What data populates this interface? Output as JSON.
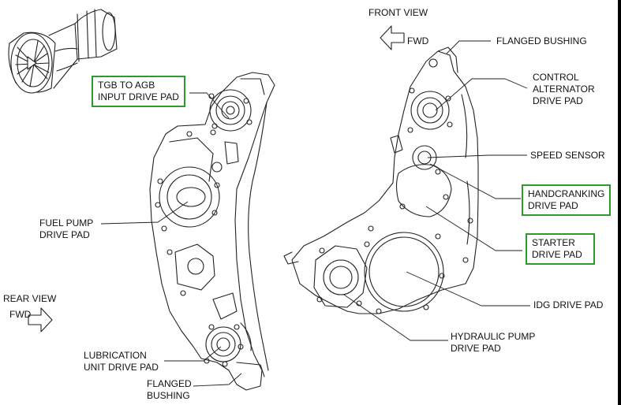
{
  "views": {
    "front": {
      "title": "FRONT VIEW",
      "fwd": "FWD"
    },
    "rear": {
      "title": "REAR VIEW",
      "fwd": "FWD"
    }
  },
  "labels": {
    "tgb_to_agb": [
      "TGB TO AGB",
      "INPUT DRIVE  PAD"
    ],
    "fuel_pump": [
      "FUEL PUMP",
      "DRIVE PAD"
    ],
    "lubrication": [
      "LUBRICATION",
      "UNIT DRIVE PAD"
    ],
    "flanged_bushing_bottom": [
      "FLANGED",
      "BUSHING"
    ],
    "flanged_bushing_top": "FLANGED BUSHING",
    "control_alternator": [
      "CONTROL",
      "ALTERNATOR",
      "DRIVE PAD"
    ],
    "speed_sensor": "SPEED SENSOR",
    "handcranking": [
      "HANDCRANKING",
      "DRIVE PAD"
    ],
    "starter": [
      "STARTER",
      "DRIVE PAD"
    ],
    "idg": "IDG DRIVE PAD",
    "hydraulic_pump": [
      "HYDRAULIC PUMP",
      "DRIVE PAD"
    ]
  },
  "colors": {
    "highlight_box": "#2e9a2e",
    "ink": "#222222"
  }
}
